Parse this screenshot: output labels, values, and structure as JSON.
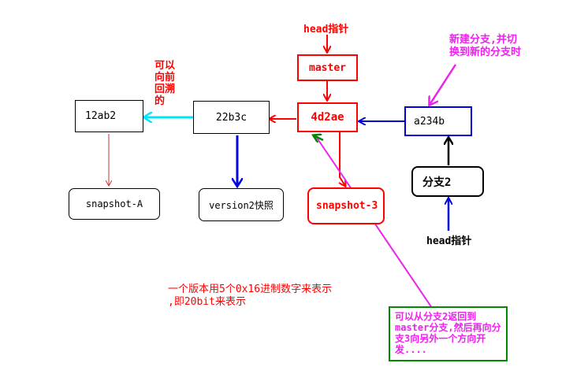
{
  "nodes": {
    "c12ab2": "12ab2",
    "c22b3c": "22b3c",
    "c4d2ae": "4d2ae",
    "ca234b": "a234b",
    "snapshotA": "snapshot-A",
    "version2": "version2快照",
    "snapshot3": "snapshot-3",
    "master": "master",
    "branch2": "分支2"
  },
  "labels": {
    "head_top": "head指针",
    "head_bottom": "head指针",
    "backtrack": [
      "可以",
      "向前",
      "回溯",
      "的"
    ],
    "new_branch": [
      "新建分支,并切",
      "换到新的分支时"
    ],
    "version_note": [
      "一个版本用5个0x16进制数字来表示",
      ",即20bit来表示"
    ],
    "branch_note": [
      "可以从分支2返回到",
      "master分支,然后再向分",
      "支3向另外一个方向开",
      "发...."
    ]
  },
  "colors": {
    "red": "#ff0000",
    "blue": "#0000dd",
    "magenta": "#ee22ee",
    "cyan": "#00e5ff",
    "green": "#008800",
    "black": "#000000"
  }
}
